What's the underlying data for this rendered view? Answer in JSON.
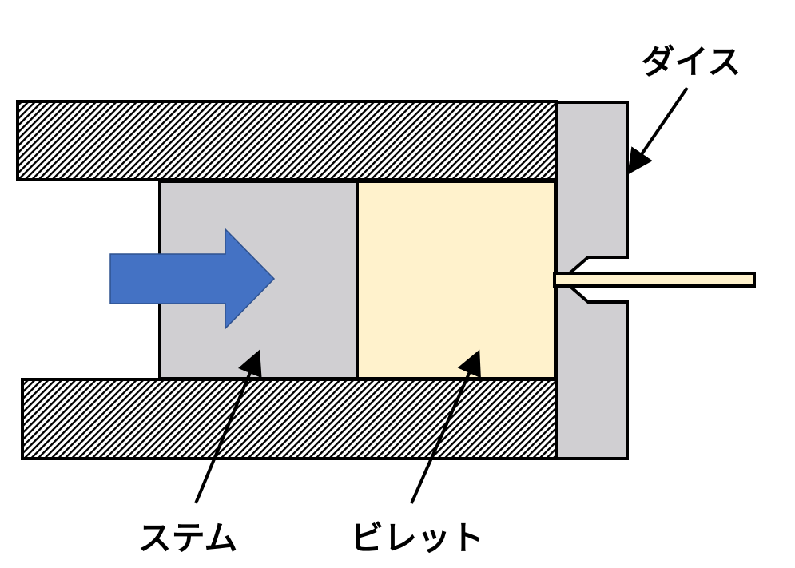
{
  "labels": {
    "die": "ダイス",
    "stem": "ステム",
    "billet": "ビレット"
  },
  "colors": {
    "die": "#d0cfd2",
    "stem": "#d0cfd2",
    "billet": "#fff2cc",
    "arrow": "#4472c4",
    "outline": "#000000"
  }
}
